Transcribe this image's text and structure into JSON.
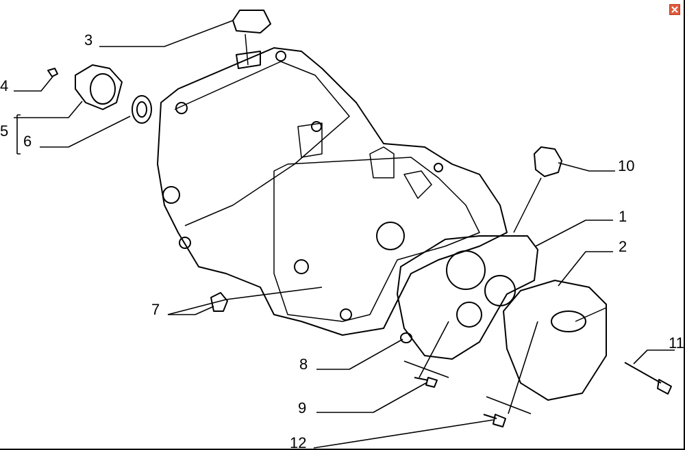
{
  "diagram": {
    "callouts": [
      {
        "id": "c1",
        "label": "1"
      },
      {
        "id": "c2",
        "label": "2"
      },
      {
        "id": "c3",
        "label": "3"
      },
      {
        "id": "c4",
        "label": "4"
      },
      {
        "id": "c5",
        "label": "5"
      },
      {
        "id": "c6",
        "label": "6"
      },
      {
        "id": "c7",
        "label": "7"
      },
      {
        "id": "c8",
        "label": "8"
      },
      {
        "id": "c9",
        "label": "9"
      },
      {
        "id": "c10",
        "label": "10"
      },
      {
        "id": "c11",
        "label": "11"
      },
      {
        "id": "c12",
        "label": "12"
      }
    ]
  },
  "window": {
    "close_icon": "close-icon",
    "close_color": "#e05a3c"
  }
}
